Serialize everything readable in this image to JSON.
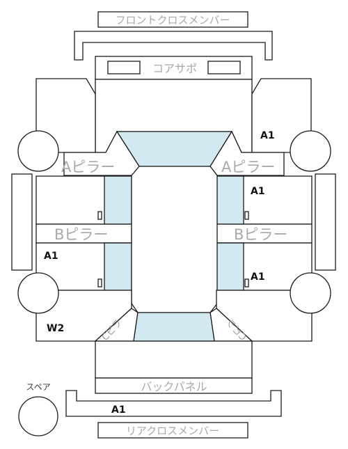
{
  "parts": {
    "front_cross_member": "フロントクロスメンバー",
    "core_support": "コアサポ",
    "a_pillar_left": "Aピラー",
    "a_pillar_right": "Aピラー",
    "b_pillar_left": "Bピラー",
    "b_pillar_right": "Bピラー",
    "c_pillar_left": "Cピラ",
    "c_pillar_right": "Cピラ",
    "back_panel": "バックパネル",
    "rear_cross_member": "リアクロスメンバー",
    "spare": "スペア"
  },
  "marks": {
    "a1_front_right": "A1",
    "a1_right_mid": "A1",
    "a1_left_rear": "A1",
    "a1_right_rear": "A1",
    "w2_left_rear": "W2",
    "a1_rear_member": "A1"
  },
  "colors": {
    "glass": "#d3e9f1",
    "line": "#1a1a1a",
    "label_grey": "#a8a8a8"
  }
}
